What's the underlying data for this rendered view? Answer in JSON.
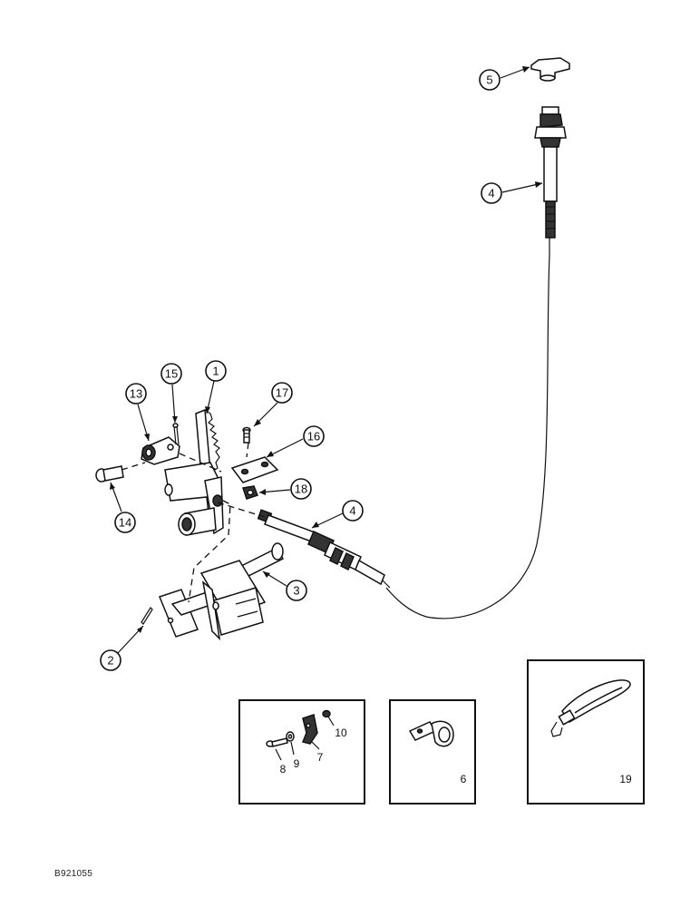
{
  "drawing_id": "B921055",
  "callouts": {
    "c1": "1",
    "c2": "2",
    "c3": "3",
    "c4a": "4",
    "c4b": "4",
    "c5": "5",
    "c13": "13",
    "c14": "14",
    "c15": "15",
    "c16": "16",
    "c17": "17",
    "c18": "18"
  },
  "inset_labels": {
    "l6": "6",
    "l7": "7",
    "l8": "8",
    "l9": "9",
    "l10": "10",
    "l19": "19"
  }
}
